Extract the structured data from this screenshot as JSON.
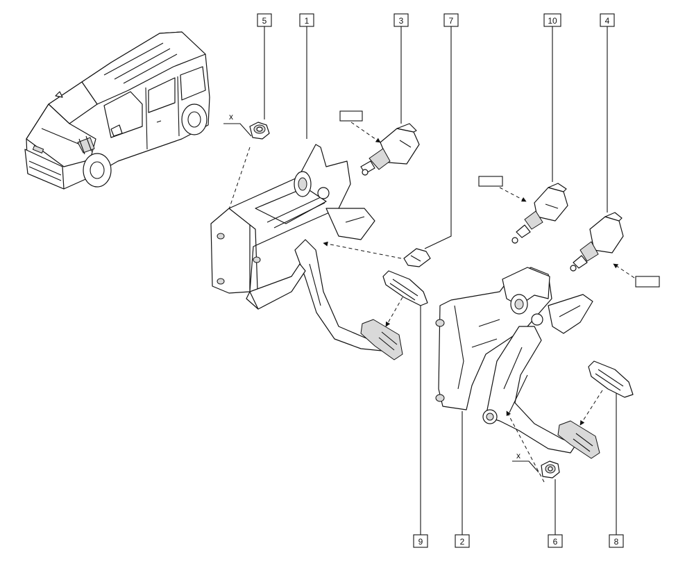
{
  "callouts": [
    {
      "id": "c5",
      "label": "5"
    },
    {
      "id": "c1",
      "label": "1"
    },
    {
      "id": "c3",
      "label": "3"
    },
    {
      "id": "c7",
      "label": "7"
    },
    {
      "id": "c10",
      "label": "10"
    },
    {
      "id": "c4",
      "label": "4"
    },
    {
      "id": "c9",
      "label": "9"
    },
    {
      "id": "c2",
      "label": "2"
    },
    {
      "id": "c6",
      "label": "6"
    },
    {
      "id": "c8",
      "label": "8"
    }
  ],
  "torque_marks": [
    "x",
    "x"
  ]
}
